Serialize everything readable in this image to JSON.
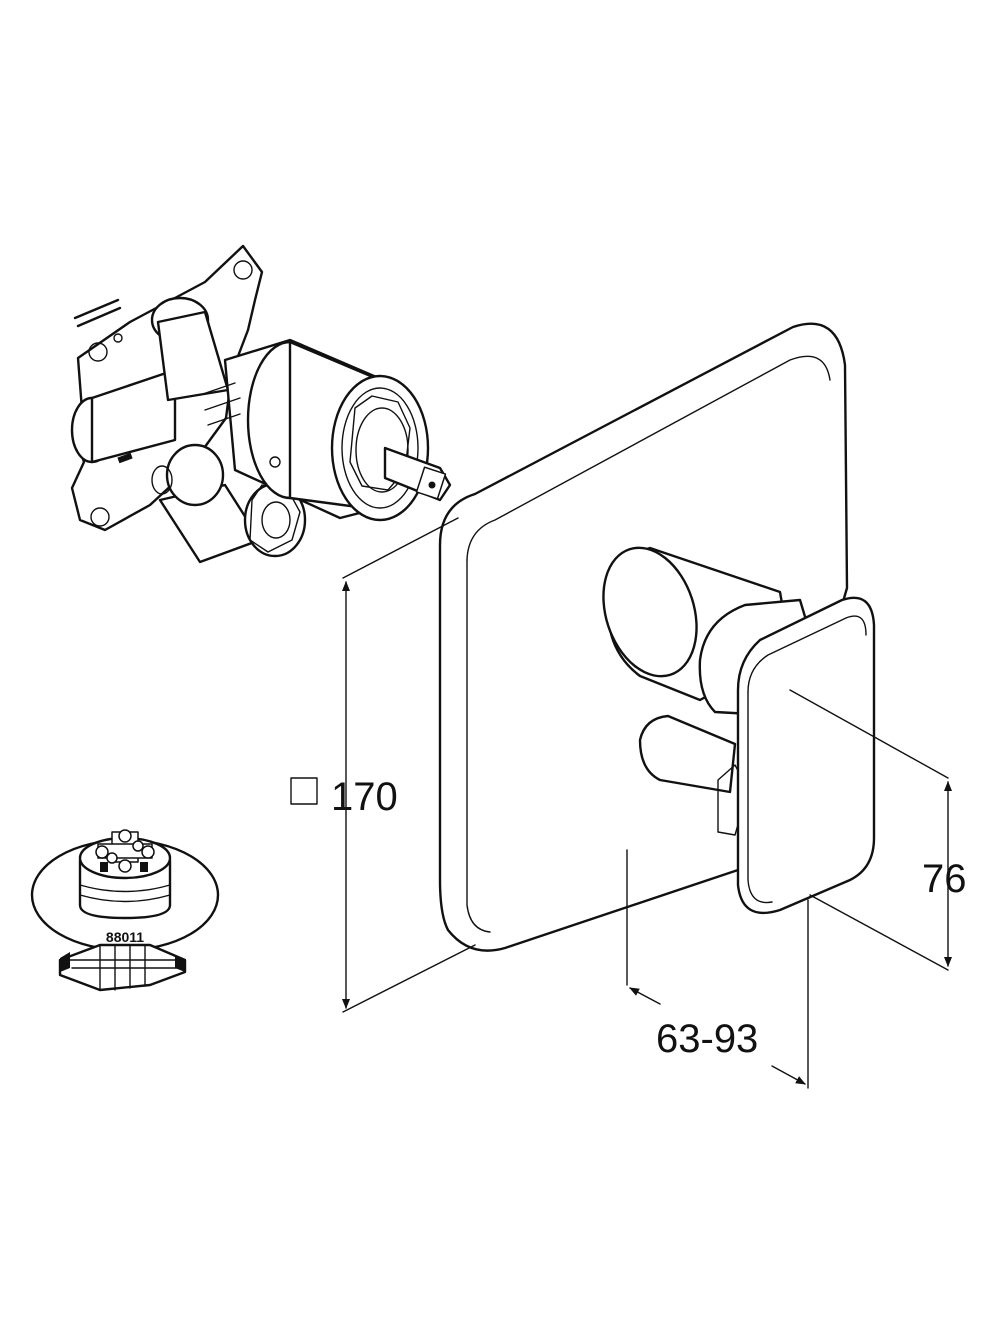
{
  "dimensions": {
    "square_symbol": "□",
    "square_size": "170",
    "handle_height": "76",
    "projection_range": "63-93"
  },
  "cartridge": {
    "part_number": "88011"
  },
  "colors": {
    "line": "#111111",
    "background": "#ffffff"
  }
}
